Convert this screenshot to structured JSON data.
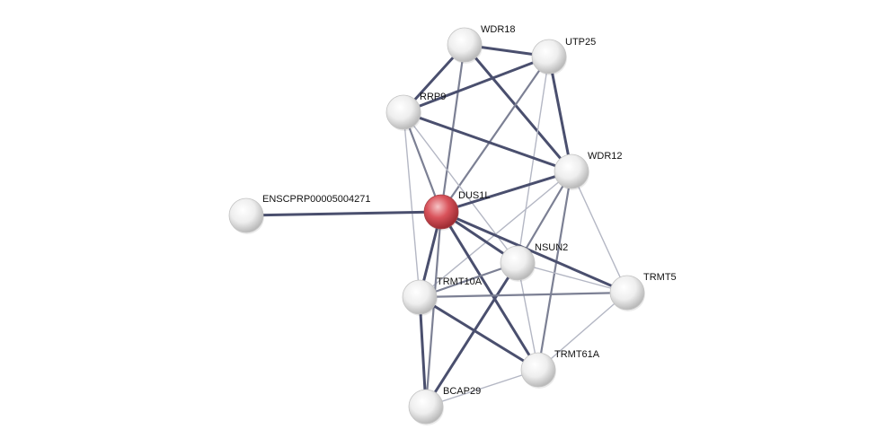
{
  "network": {
    "colors": {
      "edge_strong": "#4a4f6e",
      "edge_medium": "#7c8094",
      "edge_light": "#b4b7c4",
      "node_default": "#eeeeee",
      "node_query": "#d9535b"
    },
    "nodes": [
      {
        "id": "WDR18",
        "label": "WDR18",
        "query": false
      },
      {
        "id": "UTP25",
        "label": "UTP25",
        "query": false
      },
      {
        "id": "RRP9",
        "label": "RRP9",
        "query": false
      },
      {
        "id": "WDR12",
        "label": "WDR12",
        "query": false
      },
      {
        "id": "DUS1L",
        "label": "DUS1L",
        "query": true
      },
      {
        "id": "ENSCPRP",
        "label": "ENSCPRP00005004271",
        "query": false
      },
      {
        "id": "NSUN2",
        "label": "NSUN2",
        "query": false
      },
      {
        "id": "TRMT5",
        "label": "TRMT5",
        "query": false
      },
      {
        "id": "TRMT10A",
        "label": "TRMT10A",
        "query": false
      },
      {
        "id": "TRMT61A",
        "label": "TRMT61A",
        "query": false
      },
      {
        "id": "BCAP29",
        "label": "BCAP29",
        "query": false
      }
    ],
    "edges": [
      {
        "from": "WDR18",
        "to": "UTP25",
        "strength": "strong"
      },
      {
        "from": "WDR18",
        "to": "RRP9",
        "strength": "strong"
      },
      {
        "from": "WDR18",
        "to": "WDR12",
        "strength": "strong"
      },
      {
        "from": "WDR18",
        "to": "DUS1L",
        "strength": "medium"
      },
      {
        "from": "UTP25",
        "to": "RRP9",
        "strength": "strong"
      },
      {
        "from": "UTP25",
        "to": "WDR12",
        "strength": "strong"
      },
      {
        "from": "UTP25",
        "to": "DUS1L",
        "strength": "medium"
      },
      {
        "from": "UTP25",
        "to": "NSUN2",
        "strength": "light"
      },
      {
        "from": "RRP9",
        "to": "WDR12",
        "strength": "strong"
      },
      {
        "from": "RRP9",
        "to": "DUS1L",
        "strength": "medium"
      },
      {
        "from": "RRP9",
        "to": "NSUN2",
        "strength": "light"
      },
      {
        "from": "RRP9",
        "to": "TRMT10A",
        "strength": "light"
      },
      {
        "from": "WDR12",
        "to": "DUS1L",
        "strength": "strong"
      },
      {
        "from": "WDR12",
        "to": "NSUN2",
        "strength": "medium"
      },
      {
        "from": "WDR12",
        "to": "TRMT5",
        "strength": "light"
      },
      {
        "from": "WDR12",
        "to": "TRMT61A",
        "strength": "medium"
      },
      {
        "from": "WDR12",
        "to": "TRMT10A",
        "strength": "light"
      },
      {
        "from": "ENSCPRP",
        "to": "DUS1L",
        "strength": "strong"
      },
      {
        "from": "DUS1L",
        "to": "NSUN2",
        "strength": "strong"
      },
      {
        "from": "DUS1L",
        "to": "TRMT10A",
        "strength": "strong"
      },
      {
        "from": "DUS1L",
        "to": "TRMT5",
        "strength": "strong"
      },
      {
        "from": "DUS1L",
        "to": "TRMT61A",
        "strength": "strong"
      },
      {
        "from": "DUS1L",
        "to": "BCAP29",
        "strength": "medium"
      },
      {
        "from": "NSUN2",
        "to": "TRMT10A",
        "strength": "medium"
      },
      {
        "from": "NSUN2",
        "to": "TRMT61A",
        "strength": "light"
      },
      {
        "from": "NSUN2",
        "to": "BCAP29",
        "strength": "strong"
      },
      {
        "from": "NSUN2",
        "to": "TRMT5",
        "strength": "light"
      },
      {
        "from": "TRMT10A",
        "to": "TRMT5",
        "strength": "medium"
      },
      {
        "from": "TRMT10A",
        "to": "TRMT61A",
        "strength": "strong"
      },
      {
        "from": "TRMT10A",
        "to": "BCAP29",
        "strength": "strong"
      },
      {
        "from": "TRMT5",
        "to": "TRMT61A",
        "strength": "light"
      },
      {
        "from": "TRMT61A",
        "to": "BCAP29",
        "strength": "light"
      }
    ]
  }
}
